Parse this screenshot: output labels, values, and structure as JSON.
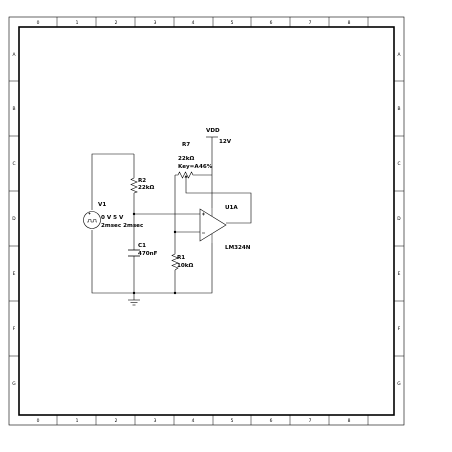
{
  "frame": {
    "col_labels": [
      "0",
      "1",
      "2",
      "3",
      "4",
      "5",
      "6",
      "7",
      "8"
    ],
    "row_labels": [
      "A",
      "B",
      "C",
      "D",
      "E",
      "F",
      "G"
    ]
  },
  "components": {
    "vdd": {
      "name": "VDD",
      "value": "12V"
    },
    "r7": {
      "name": "R7",
      "value": "22kΩ",
      "key": "Key=A",
      "percent": "46%"
    },
    "r2": {
      "name": "R2",
      "value": "22kΩ"
    },
    "v1": {
      "name": "V1",
      "line1": "0 V 5 V",
      "line2": "2msec 2msec"
    },
    "c1": {
      "name": "C1",
      "value": "470nF"
    },
    "r1": {
      "name": "R1",
      "value": "10kΩ"
    },
    "u1a": {
      "name": "U1A",
      "part": "LM324N"
    }
  }
}
